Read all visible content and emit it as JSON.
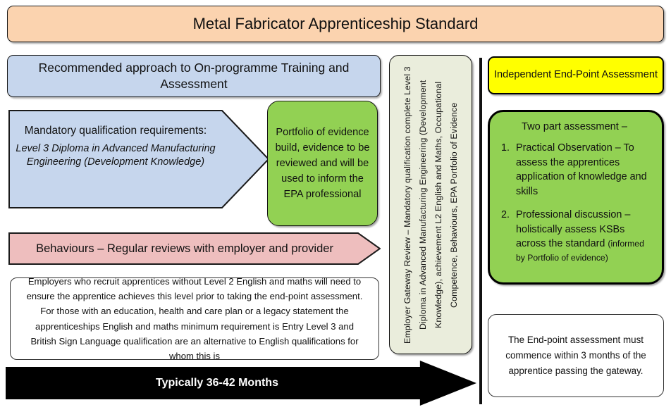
{
  "title": "Metal Fabricator Apprenticeship Standard",
  "left_column": {
    "onprogramme_banner": "Recommended approach to On-programme Training and Assessment",
    "mandatory": {
      "heading": "Mandatory qualification requirements:",
      "detail": "Level 3 Diploma in Advanced Manufacturing Engineering (Development Knowledge)"
    },
    "portfolio": "Portfolio of evidence build, evidence to be reviewed and will be used to inform the EPA professional",
    "behaviours": "Behaviours – Regular reviews with employer and provider",
    "employers_note": "Employers who recruit apprentices without Level 2 English and maths will need to ensure the apprentice achieves this level prior to taking the end-point assessment. For those with an education, health and care plan or a legacy statement the apprenticeships English and maths minimum requirement is Entry Level 3 and British Sign Language qualification are an alternative to English qualifications for whom this is",
    "duration": "Typically 36-42 Months"
  },
  "gateway": {
    "text": "Employer Gateway Review – Mandatory qualification complete Level 3 Diploma in Advanced Manufacturing Engineering (Development Knowledge), achievement L2 English and Maths, Occupational Competence, Behaviours, EPA Portfolio of Evidence"
  },
  "right_column": {
    "epa_banner": "Independent End-Point Assessment",
    "assessment_heading": "Two part assessment –",
    "assessment_items": [
      {
        "main": "Practical Observation – To assess the apprentices application of knowledge and skills",
        "small": ""
      },
      {
        "main": "Professional discussion – holistically assess KSBs across the standard ",
        "small": "(informed by Portfolio of evidence)"
      }
    ],
    "epa_note": "The End-point assessment must commence within 3 months of the apprentice passing the gateway."
  },
  "colors": {
    "title_banner": "#fbd3af",
    "blue": "#c6d6ed",
    "green": "#92d153",
    "pink": "#eebebe",
    "gateway": "#eaeddc",
    "yellow": "#ffff00",
    "arrow": "#000000"
  }
}
